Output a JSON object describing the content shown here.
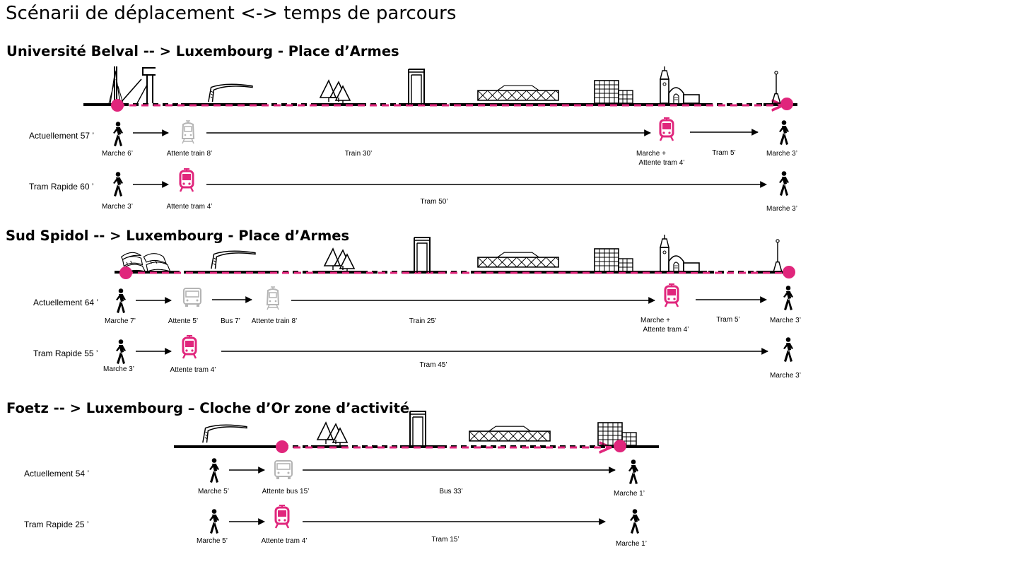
{
  "title": "Scénarii de déplacement <-> temps de parcours",
  "colors": {
    "accent": "#e0267c",
    "inactive": "#b4b4b4",
    "line": "#000000"
  },
  "routes": [
    {
      "title": "Université Belval -- > Luxembourg - Place d’Armes",
      "rows": [
        {
          "label": "Actuellement  57 ’",
          "steps": [
            "Marche 6’",
            "Attente train 8’",
            "Train 30’",
            "Marche +",
            "Attente tram 4’",
            "Tram 5’",
            "Marche 3’"
          ]
        },
        {
          "label": "Tram Rapide  60 ’",
          "steps": [
            "Marche 3’",
            "Attente tram 4’",
            "Tram 50’",
            "Marche 3’"
          ]
        }
      ]
    },
    {
      "title": "Sud Spidol  -- >  Luxembourg - Place d’Armes",
      "rows": [
        {
          "label": "Actuellement  64 ’",
          "steps": [
            "Marche 7’",
            "Attente 5’",
            "Bus 7’",
            "Attente train 8’",
            "Train 25’",
            "Marche +",
            "Attente tram 4’",
            "Tram 5’",
            "Marche 3’"
          ]
        },
        {
          "label": "Tram Rapide  55 ’",
          "steps": [
            "Marche 3’",
            "Attente tram 4’",
            "Tram 45’",
            "Marche 3’"
          ]
        }
      ]
    },
    {
      "title": "Foetz -- >  Luxembourg – Cloche d’Or zone d’activité",
      "rows": [
        {
          "label": "Actuellement  54 ’",
          "steps": [
            "Marche 5’",
            "Attente bus 15’",
            "Bus 33’",
            "Marche 1’"
          ]
        },
        {
          "label": "Tram Rapide  25 ’",
          "steps": [
            "Marche 5’",
            "Attente tram 4’",
            "Tram 15’",
            "Marche 1’"
          ]
        }
      ]
    }
  ]
}
